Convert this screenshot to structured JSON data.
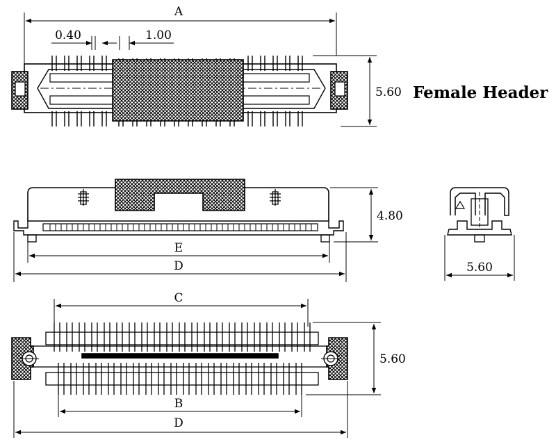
{
  "title": "Female Header",
  "dimensions": {
    "a": "A",
    "pitch_small": "0.40",
    "pitch_large": "1.00",
    "height_top": "5.60",
    "height_side": "4.80",
    "e": "E",
    "d_side": "D",
    "width_end": "5.60",
    "c": "C",
    "height_bottom": "5.60",
    "b": "B",
    "d_bottom": "D"
  },
  "colors": {
    "ink": "#000000",
    "paper": "#ffffff"
  }
}
